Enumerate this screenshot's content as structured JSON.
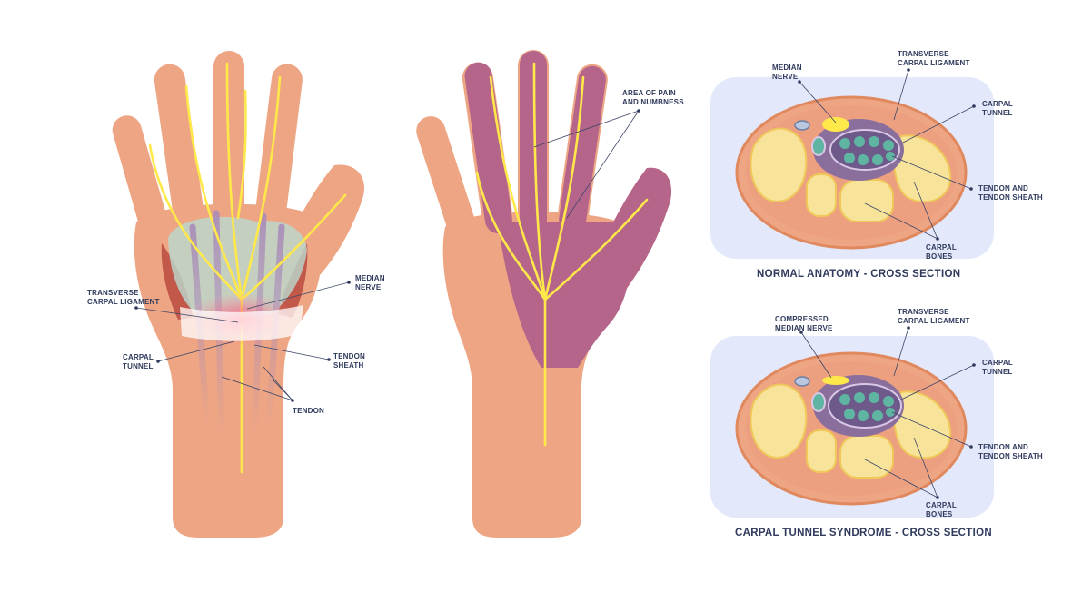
{
  "hand_left": {
    "transverse_carpal_ligament": [
      "TRANSVERSE",
      "CARPAL LIGAMENT"
    ],
    "median_nerve": [
      "MEDIAN",
      "NERVE"
    ],
    "carpal_tunnel": [
      "CARPAL",
      "TUNNEL"
    ],
    "tendon_sheath": [
      "TENDON",
      "SHEATH"
    ],
    "tendon": [
      "TENDON"
    ]
  },
  "hand_middle": {
    "area_of_pain": [
      "AREA OF PAIN",
      "AND NUMBNESS"
    ]
  },
  "cross_section_normal": {
    "caption": "NORMAL ANATOMY - CROSS SECTION",
    "median_nerve": [
      "MEDIAN",
      "NERVE"
    ],
    "transverse_carpal_ligament": [
      "TRANSVERSE",
      "CARPAL LIGAMENT"
    ],
    "carpal_tunnel": [
      "CARPAL",
      "TUNNEL"
    ],
    "tendon_and_sheath": [
      "TENDON AND",
      "TENDON SHEATH"
    ],
    "carpal_bones": [
      "CARPAL",
      "BONES"
    ]
  },
  "cross_section_syndrome": {
    "caption": "CARPAL TUNNEL SYNDROME - CROSS SECTION",
    "compressed_median_nerve": [
      "COMPRESSED",
      "MEDIAN NERVE"
    ],
    "transverse_carpal_ligament": [
      "TRANSVERSE",
      "CARPAL LIGAMENT"
    ],
    "carpal_tunnel": [
      "CARPAL",
      "TUNNEL"
    ],
    "tendon_and_sheath": [
      "TENDON AND",
      "TENDON SHEATH"
    ],
    "carpal_bones": [
      "CARPAL",
      "BONES"
    ]
  },
  "colors": {
    "skin": "#eea584",
    "skin_dark": "#d98a6a",
    "purple_area": "#b5658a",
    "nerve": "#ffe94a",
    "panel_bg": "#e3e8fb",
    "bone": "#f7e39a",
    "tunnel": "#8a6f9c",
    "tendon": "#5fb5a1",
    "text": "#2f3a5c"
  }
}
